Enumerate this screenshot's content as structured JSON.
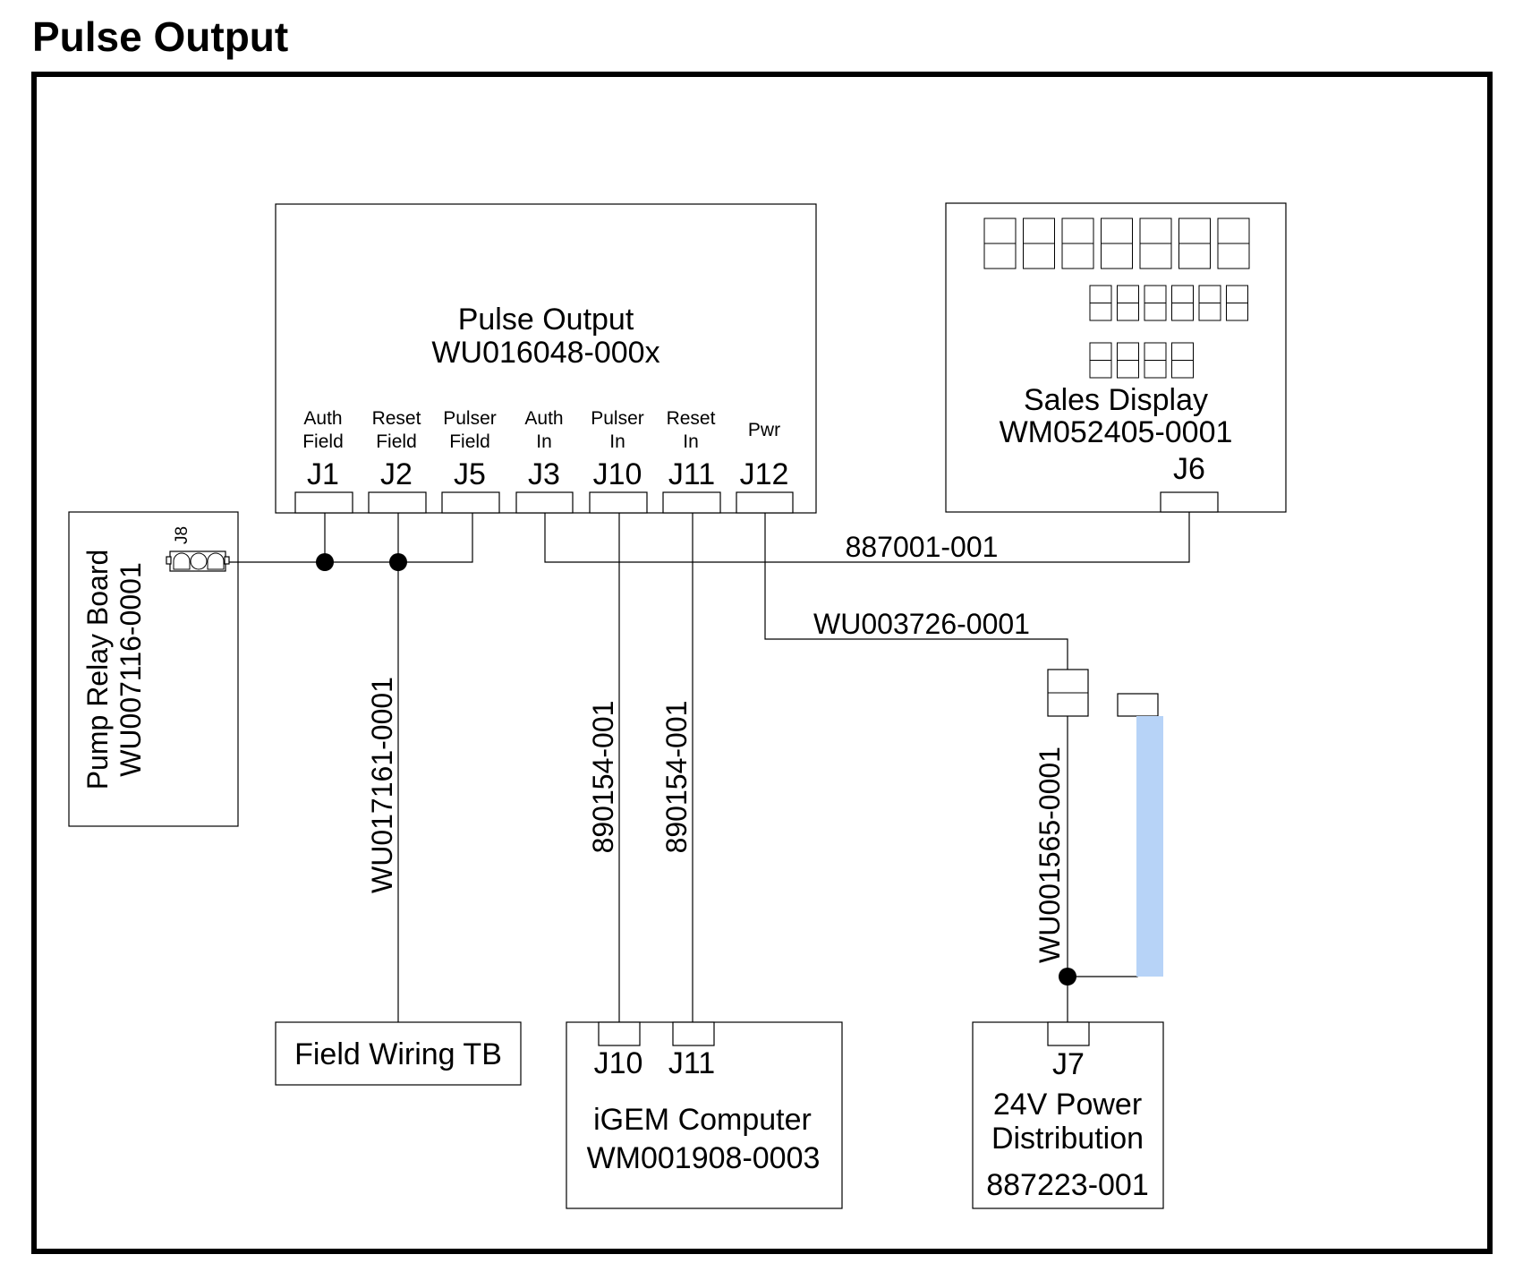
{
  "title": "Pulse Output",
  "colors": {
    "line": "#000000",
    "highlight": "#b7d3f7"
  },
  "pulse_output": {
    "name": "Pulse Output",
    "part": "WU016048-000x",
    "ports": [
      {
        "label1": "Auth",
        "label2": "Field",
        "jack": "J1"
      },
      {
        "label1": "Reset",
        "label2": "Field",
        "jack": "J2"
      },
      {
        "label1": "Pulser",
        "label2": "Field",
        "jack": "J5"
      },
      {
        "label1": "Auth",
        "label2": "In",
        "jack": "J3"
      },
      {
        "label1": "Pulser",
        "label2": "In",
        "jack": "J10"
      },
      {
        "label1": "Reset",
        "label2": "In",
        "jack": "J11"
      },
      {
        "label1": "Pwr",
        "label2": "",
        "jack": "J12"
      }
    ]
  },
  "sales_display": {
    "name": "Sales Display",
    "part": "WM052405-0001",
    "jack": "J6"
  },
  "pump_relay": {
    "name": "Pump Relay Board",
    "part": "WU007116-0001",
    "jack": "J8"
  },
  "field_wiring": {
    "name": "Field Wiring TB"
  },
  "igem": {
    "name": "iGEM Computer",
    "part": "WM001908-0003",
    "jack1": "J10",
    "jack2": "J11"
  },
  "power": {
    "jack": "J7",
    "name1": "24V Power",
    "name2": "Distribution",
    "part": "887223-001"
  },
  "cables": {
    "display": "887001-001",
    "power_main": "WU003726-0001",
    "field": "WU017161-0001",
    "igem_1": "890154-001",
    "igem_2": "890154-001",
    "power_dist": "WU001565-0001"
  }
}
